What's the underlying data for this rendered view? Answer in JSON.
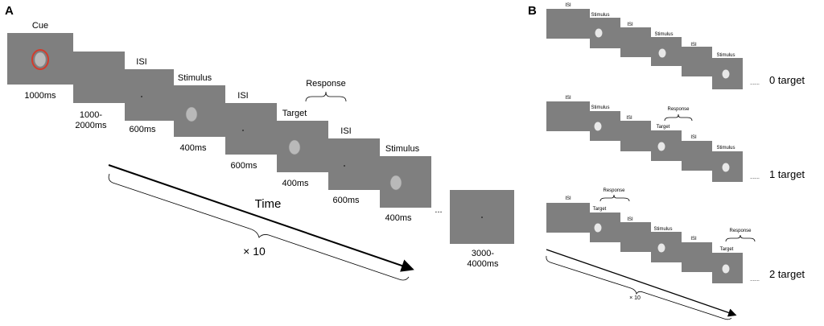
{
  "panel_a": {
    "label": "A",
    "cue_label": "Cue",
    "time_1000": "1000ms",
    "time_isi_var_line1": "1000-",
    "time_isi_var_line2": "2000ms",
    "isi_1": "ISI",
    "time_600_1": "600ms",
    "stimulus_1": "Stimulus",
    "time_400_1": "400ms",
    "isi_2": "ISI",
    "time_600_2": "600ms",
    "response": "Response",
    "target": "Target",
    "time_400_2": "400ms",
    "isi_3": "ISI",
    "time_600_3": "600ms",
    "stimulus_2": "Stimulus",
    "time_400_3": "400ms",
    "ellipsis": "...",
    "time_axis": "Time",
    "repeat": "× 10",
    "end_line1": "3000-",
    "end_line2": "4000ms"
  },
  "panel_b": {
    "label": "B",
    "row1": {
      "isi_1": "ISI",
      "stimulus_1": "Stimulus",
      "isi_2": "ISI",
      "stimulus_2": "Stimulus",
      "isi_3": "ISI",
      "stimulus_3": "Stimulus",
      "dots": ".......",
      "caption": "0 target"
    },
    "row2": {
      "isi_1": "ISI",
      "stimulus_1": "Stimulus",
      "response": "Response",
      "target": "Target",
      "isi_2": "ISI",
      "stimulus_2": "Stimulus",
      "dots": ".......",
      "caption": "1 target"
    },
    "row3": {
      "isi_1": "ISI",
      "response_1": "Response",
      "target_1": "Target",
      "isi_2": "ISI",
      "stimulus": "Stimulus",
      "isi_3": "ISI",
      "response_2": "Response",
      "target_2": "Target",
      "dots": ".......",
      "caption": "2 target"
    },
    "repeat": "× 10"
  }
}
